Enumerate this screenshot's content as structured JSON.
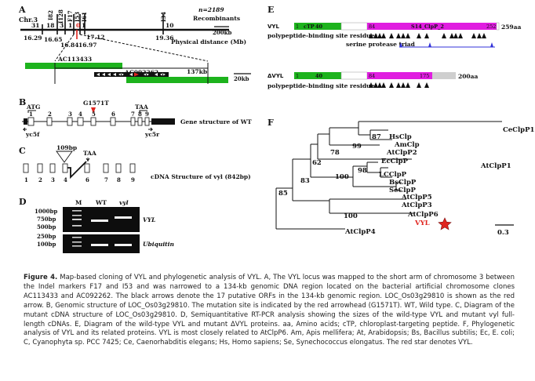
{
  "panels": {
    "A": {
      "letter": "A",
      "chromosome": "Chr.3",
      "recombinants": "n=2189 Recombinants",
      "markers_top": [
        {
          "count": "31",
          "label": ""
        },
        {
          "count": "18",
          "label": "I82"
        },
        {
          "count": "",
          "label": "I128"
        },
        {
          "count": "",
          "label": "F17"
        },
        {
          "count": "",
          "label": "I53"
        },
        {
          "count": "",
          "label": "I61"
        },
        {
          "count": "",
          "label": "I34"
        },
        {
          "count": "10",
          "label": ""
        }
      ],
      "count_labels": [
        "31",
        "18",
        "3",
        "1",
        "0",
        "1",
        "10"
      ],
      "marker_names": [
        "I82",
        "I128",
        "F17",
        "I53",
        "I61",
        "I34"
      ],
      "positions": [
        "16.29",
        "16.65",
        "16.84",
        "16.97",
        "17.12",
        "19.36"
      ],
      "physical_distance": "Physical distance (Mb)",
      "scale1": "200kb",
      "bac1": "AC113433",
      "bac2": "AC092262",
      "bac_size": "137kb",
      "scale2": "20kb"
    },
    "B": {
      "letter": "B",
      "atg": "ATG",
      "taa": "TAA",
      "mutation": "G1571T",
      "exons": [
        "1",
        "2",
        "3",
        "4",
        "5",
        "6",
        "7",
        "8",
        "9"
      ],
      "primer_f": "yc5f",
      "primer_r": "yc5r",
      "title": "Gene structure of WT"
    },
    "C": {
      "letter": "C",
      "deletion": "109bp",
      "taa": "TAA",
      "exons": [
        "1",
        "2",
        "3",
        "4",
        "6",
        "7",
        "8",
        "9"
      ],
      "title": "cDNA Structure of vyl (842bp)"
    },
    "D": {
      "letter": "D",
      "lanes": [
        "M",
        "WT",
        "vyl"
      ],
      "ladder_top": [
        "1000bp",
        "750bp",
        "500bp"
      ],
      "ladder_bottom": [
        "250bp",
        "100bp"
      ],
      "gene1": "VYL",
      "gene2": "Ubiquitin"
    },
    "E": {
      "letter": "E",
      "vyl_label": "VYL",
      "dvyl_label": "ΔVYL",
      "ctp": "cTP",
      "ctp_end": "40",
      "start": "1",
      "s14_start": "84",
      "s14": "S14_ClpP_2",
      "s14_end": "252",
      "total": "259aa",
      "dvyl_s14_end": "175",
      "dvyl_total": "200aa",
      "pbs": "polypeptide-binding site residues",
      "triad": "serine protease triad"
    },
    "F": {
      "letter": "F",
      "taxa": [
        "CeClpP1",
        "HsClp",
        "AmClp",
        "AtClpP2",
        "EcClpP",
        "AtClpP1",
        "LCClpP",
        "BsClpP",
        "SeClpP",
        "AtClpP5",
        "AtClpP3",
        "AtClpP6",
        "VYL",
        "AtClpP4"
      ],
      "bootstrap": [
        "87",
        "99",
        "78",
        "62",
        "98",
        "100",
        "83",
        "85",
        "100"
      ],
      "scale": "0.3"
    }
  },
  "colors": {
    "green": "#1db31d",
    "magenta": "#e01ee0",
    "red": "#e0241e",
    "blue": "#3030d8",
    "grey": "#cfcfcf"
  },
  "caption": {
    "label": "Figure 4.",
    "text": "Map-based cloning of VYL and phylogenetic analysis of VYL. A, The VYL locus was mapped to the short arm of chromosome 3 between the Indel markers F17 and I53 and was narrowed to a 134-kb genomic DNA region located on the bacterial artificial chromosome clones AC113433 and AC092262. The black arrows denote the 17 putative ORFs in the 134-kb genomic region. LOC_Os03g29810 is shown as the red arrow. B, Genomic structure of LOC_Os03g29810. The mutation site is indicated by the red arrowhead (G1571T). WT, Wild type. C, Diagram of the mutant cDNA structure of LOC_Os03g29810. D, Semiquantitative RT-PCR analysis showing the sizes of the wild-type VYL and mutant vyl full-length cDNAs. E, Diagram of the wild-type VYL and mutant ΔVYL proteins. aa, Amino acids; cTP, chloroplast-targeting peptide. F, Phylogenetic analysis of VYL and its related proteins. VYL is most closely related to AtClpP6. Am, Apis mellifera; At, Arabidopsis; Bs, Bacillus subtilis; Ec, E. coli; C, Cyanophyta sp. PCC 7425; Ce, Caenorhabditis elegans; Hs, Homo sapiens; Se, Synechococcus elongatus. The red star denotes VYL."
  }
}
